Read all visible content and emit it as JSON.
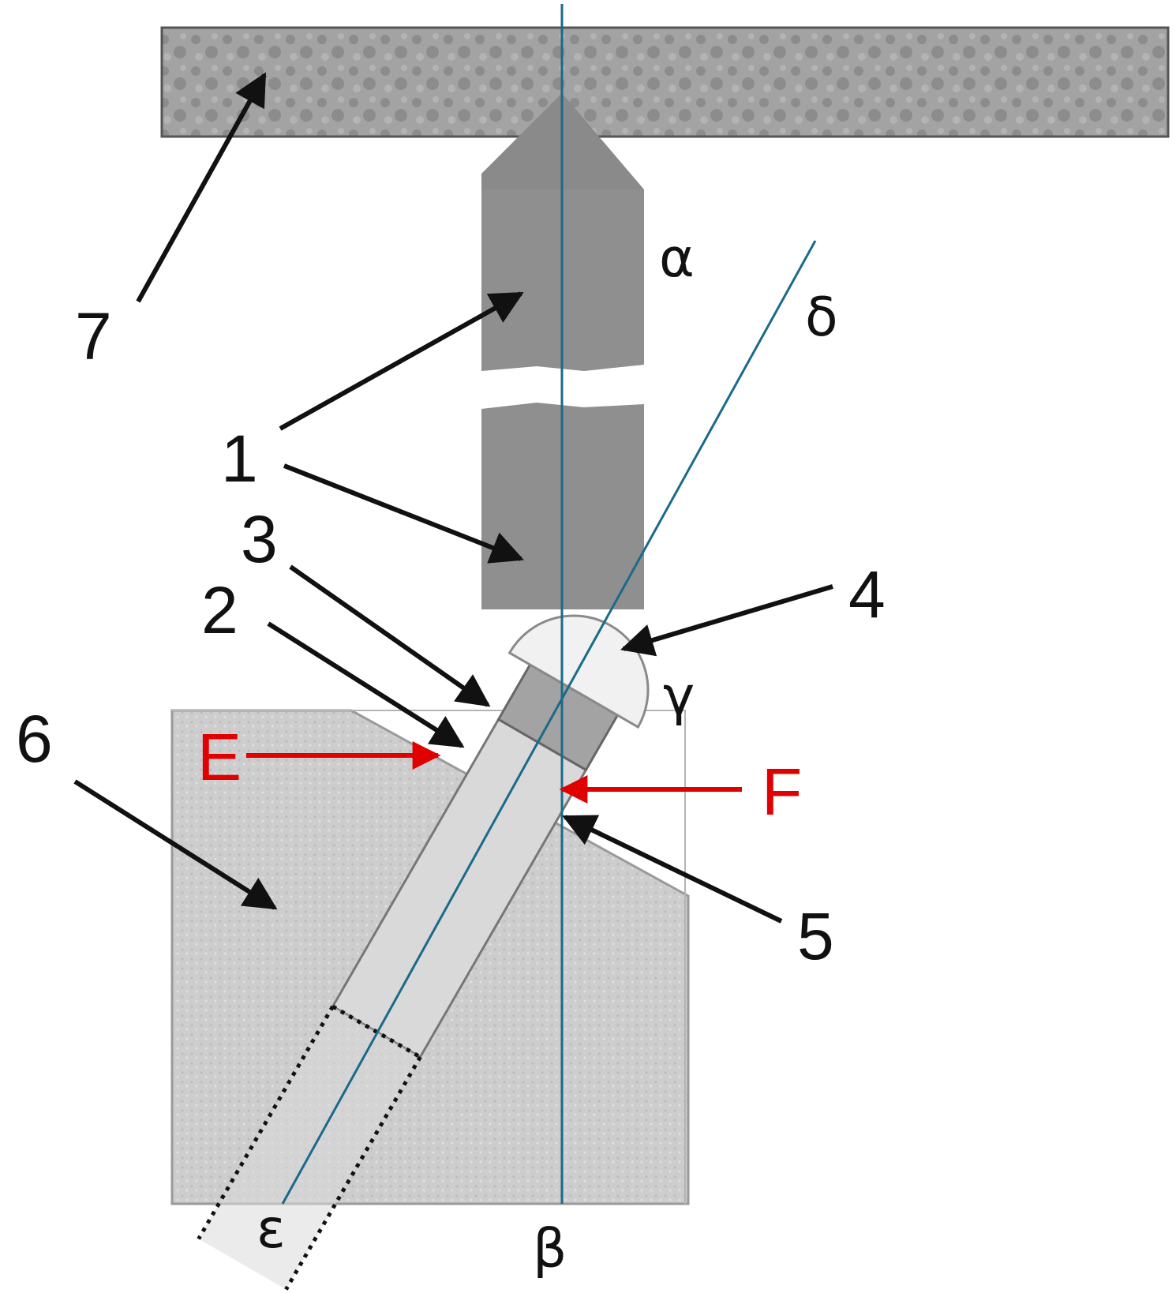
{
  "labels": {
    "n1": "1",
    "n2": "2",
    "n3": "3",
    "n4": "4",
    "n5": "5",
    "n6": "6",
    "n7": "7",
    "E": "E",
    "F": "F",
    "alpha": "α",
    "beta": "β",
    "gamma": "γ",
    "delta": "δ",
    "epsilon": "ε"
  },
  "colors": {
    "axis": "#1a6a8a",
    "arrow_black": "#111111",
    "arrow_red": "#e00000",
    "beam": "#8f8f8f",
    "plate": "#9a9a9a",
    "block": "#c8c8c8",
    "rod": "#d9d9d9",
    "collar": "#a3a3a3",
    "cap": "#f1f1f1"
  }
}
